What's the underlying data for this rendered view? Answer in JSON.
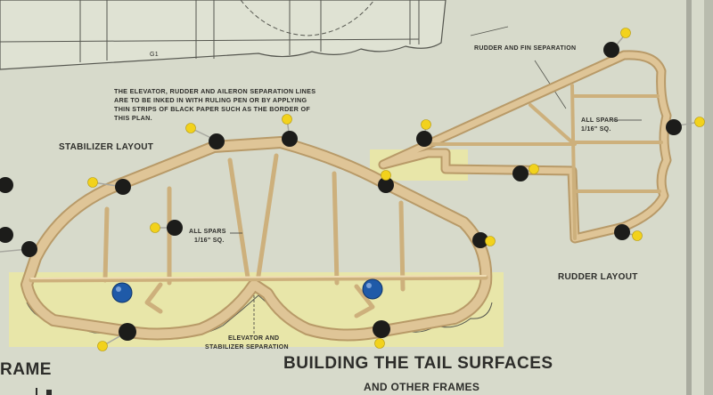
{
  "labels": {
    "g1": "G1",
    "note": "THE ELEVATOR, RUDDER AND AILERON SEPARATION LINES\nARE TO BE INKED IN WITH RULING PEN OR BY APPLYING\nTHIN STRIPS OF BLACK PAPER SUCH AS THE BORDER OF\nTHIS PLAN.",
    "stabilizer_layout": "STABILIZER LAYOUT",
    "rudder_fin_separation": "RUDDER AND FIN SEPARATION",
    "spars_rudder_1": "ALL SPARS",
    "spars_rudder_2": "1/16\" SQ.",
    "spars_stab_1": "ALL SPARS",
    "spars_stab_2": "1/16\" SQ.",
    "rudder_layout": "RUDDER LAYOUT",
    "elevator_sep_1": "ELEVATOR AND",
    "elevator_sep_2": "STABILIZER SEPARATION",
    "frame_partial": "RAME",
    "title": "BUILDING THE TAIL SURFACES",
    "subtitle": "AND OTHER FRAMES"
  },
  "colors": {
    "paper": "#d9dccd",
    "balsa": "#dcc294",
    "balsa_dark": "#b89a68",
    "highlight": "#ece9a8",
    "ink": "#3a3a38",
    "pin_yellow": "#f2d21c",
    "pin_black": "#1c1c1a",
    "pin_blue": "#1f5aa8"
  }
}
